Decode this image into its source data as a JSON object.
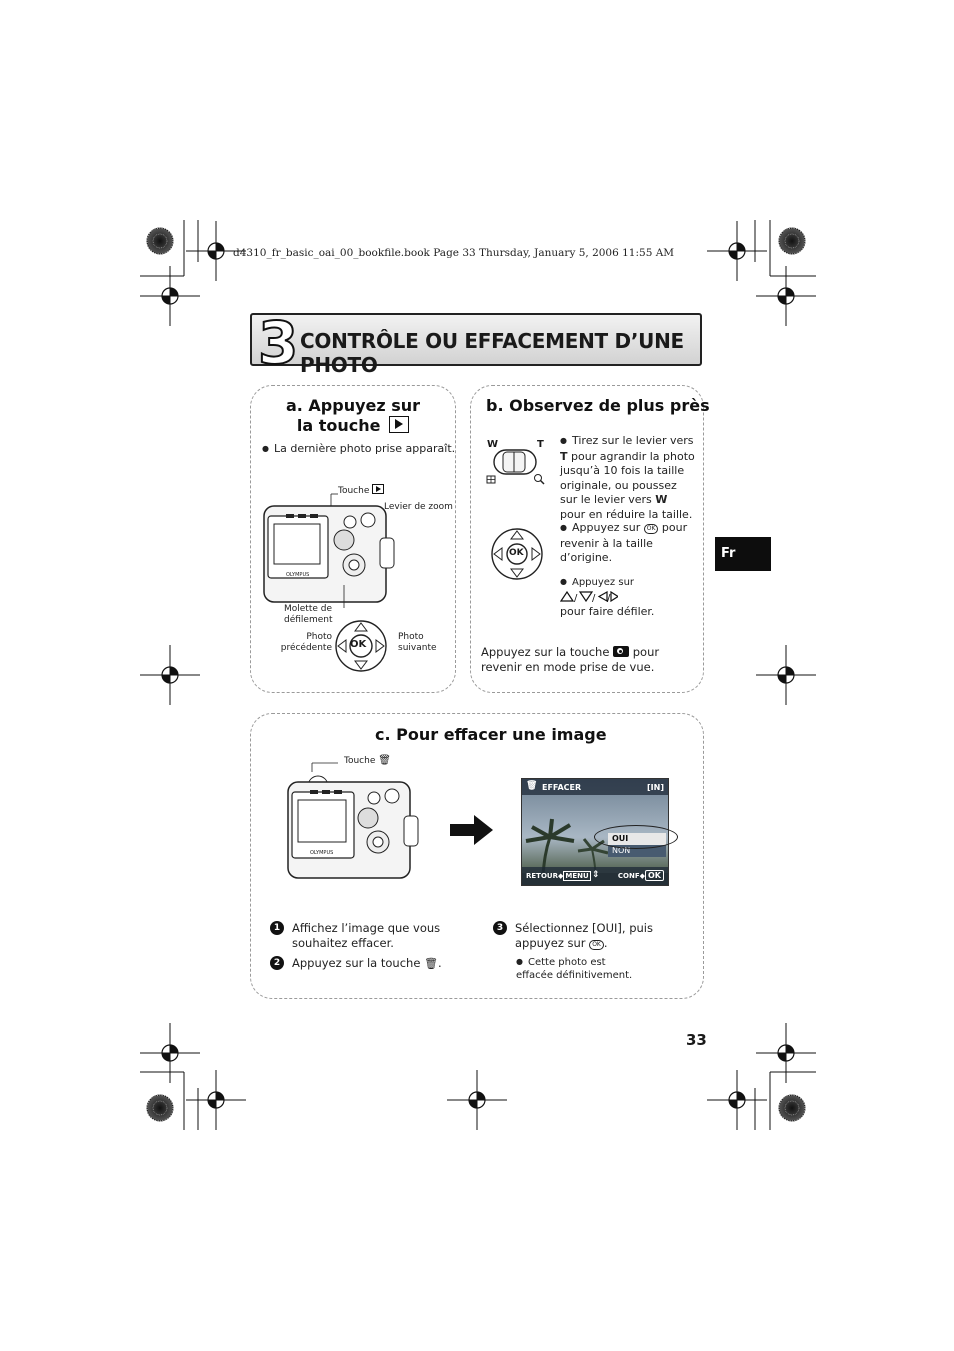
{
  "header": {
    "file_line": "d4310_fr_basic_oai_00_bookfile.book  Page 33  Thursday, January 5, 2006  11:55 AM"
  },
  "banner": {
    "number": "3",
    "title": "CONTRÔLE OU EFFACEMENT D’UNE PHOTO"
  },
  "section_a": {
    "heading_line1": "a. Appuyez sur",
    "heading_line2": "la touche",
    "bullet": "La dernière photo prise apparaît.",
    "labels": {
      "touche_play": "Touche",
      "levier_zoom": "Levier de zoom",
      "molette": "Molette de défilement",
      "photo_prec": "Photo précédente",
      "photo_suiv": "Photo suivante",
      "ok": "OK"
    }
  },
  "section_b": {
    "heading": "b. Observez de plus près",
    "lever_w": "W",
    "lever_t": "T",
    "bullet1_pre": "Tirez sur le levier vers",
    "bullet1_t": "T",
    "bullet1_mid": "pour agrandir la photo jusqu’à 10 fois la taille originale, ou poussez sur le levier vers",
    "bullet1_w": "W",
    "bullet1_post": "pour en réduire la taille.",
    "bullet2_pre": "Appuyez sur",
    "bullet2_post": "pour revenir à la taille d’origine.",
    "bullet3_pre": "Appuyez sur",
    "bullet3_post": "pour faire défiler.",
    "ok": "OK",
    "ok_small": "OK",
    "footer_pre": "Appuyez sur la touche",
    "footer_post": "pour revenir en mode prise de vue."
  },
  "section_c": {
    "heading": "c. Pour effacer une image",
    "touche_label": "Touche",
    "lcd": {
      "title": "EFFACER",
      "memory": "[IN]",
      "option_yes": "OUI",
      "option_no": "NON",
      "back": "RETOUR",
      "back_key": "MENU",
      "conf": "CONF",
      "conf_key": "OK"
    },
    "step1_num": "1",
    "step1": "Affichez l’image que vous souhaitez effacer.",
    "step2_num": "2",
    "step2": "Appuyez sur la touche",
    "step3_num": "3",
    "step3_pre": "Sélectionnez [OUI], puis appuyez sur",
    "step3_ok": "OK",
    "step3_bullet": "Cette photo est effacée définitivement."
  },
  "side_tab": "Fr",
  "page_number": "33"
}
